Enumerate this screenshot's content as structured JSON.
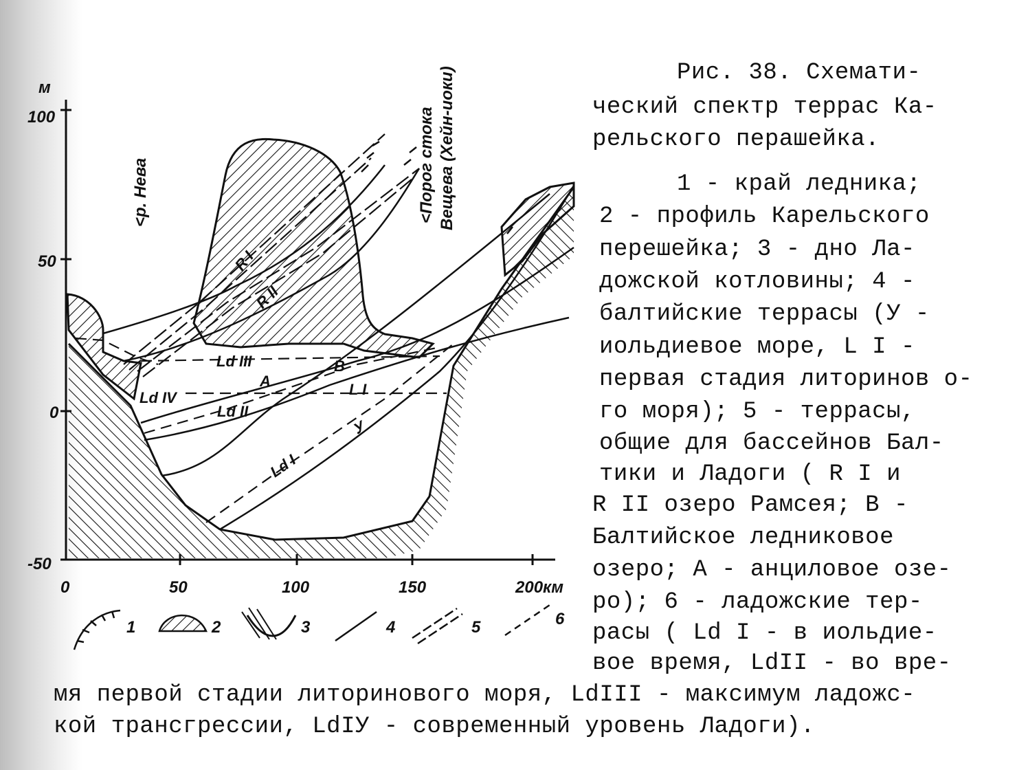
{
  "diagram": {
    "axis": {
      "y_unit": "м",
      "y_ticks": [
        "100",
        "50",
        "0",
        "-50"
      ],
      "x_ticks": [
        "0",
        "50",
        "100",
        "150",
        "200км"
      ]
    },
    "place_labels": {
      "neva": "<р. Нева",
      "threshold_line1": "<Порог стока",
      "threshold_line2": "Вещева (Хейн-иоки)"
    },
    "line_labels": {
      "r1": "R I",
      "r2": "R II",
      "ld3": "Ld III",
      "ld4": "Ld IV",
      "ld2": "Ld II",
      "ld1": "Ld I",
      "a": "A",
      "b": "B",
      "l1": "L I",
      "y": "У"
    },
    "legend": [
      "1",
      "2",
      "3",
      "4",
      "5",
      "6"
    ]
  },
  "caption": {
    "lines": [
      "Рис. 38. Схемати-",
      "ческий спектр террас Ка-",
      "рельского перашейка.",
      "1 - край ледника;",
      "2 - профиль Карельского",
      "перешейка; 3 - дно Ла-",
      "дожской котловины; 4 -",
      "балтийские террасы (У -",
      "иольдиевое море, L I -",
      "первая стадия литоринов о-",
      "го моря); 5 - террасы,",
      "общие для бассейнов Бал-",
      "тики и Ладоги ( R I и",
      "R II озеро Рамсея; В -",
      "Балтийское ледниковое",
      "озеро; А - анциловое озе-",
      "ро); 6 - ладожские тер-",
      "расы ( Ld I - в иольдие-",
      "вое время, LdII - во вре-",
      "мя первой стадии литоринового моря, LdIII - максимум ладожс-",
      "кой трансгрессии, LdIУ - современный уровень Ладоги)."
    ]
  }
}
